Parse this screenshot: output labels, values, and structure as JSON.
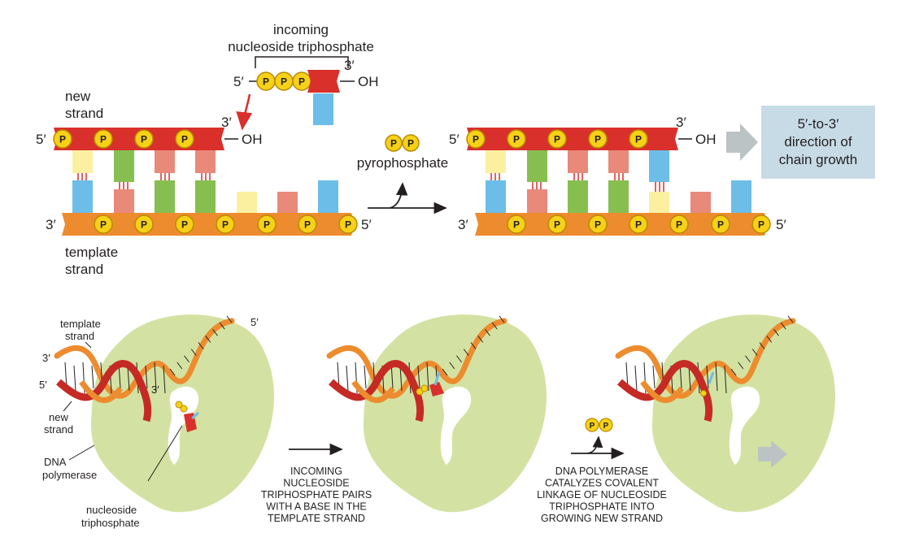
{
  "colors": {
    "new_strand": "#d9302b",
    "template_strand": "#ed8c2f",
    "phosphate": "#f7d117",
    "phosphate_stroke": "#b88a00",
    "base_yellow": "#faf0a0",
    "base_blue": "#6cbde8",
    "base_salmon": "#e8897a",
    "base_green": "#86bf50",
    "polymerase": "#d3e2a2",
    "growth_box": "#c7dbe6",
    "arrow_gray": "#bcc3c4",
    "arrow_red": "#d9302b"
  },
  "top": {
    "incoming_label_1": "incoming",
    "incoming_label_2": "nucleoside triphosphate",
    "incoming_5prime": "5′",
    "incoming_3prime": "3′",
    "incoming_oh": "OH",
    "new_strand_label_1": "new",
    "new_strand_label_2": "strand",
    "new_5prime": "5′",
    "new_3prime": "3′",
    "new_oh": "OH",
    "template_3prime": "3′",
    "template_5prime": "5′",
    "template_label_1": "template",
    "template_label_2": "strand",
    "pyrophosphate_label": "pyrophosphate",
    "result_5prime": "5′",
    "result_3prime": "3′",
    "result_oh": "OH",
    "result_template_3prime": "3′",
    "result_template_5prime": "5′",
    "growth_line_1": "5′-to-3′",
    "growth_line_2": "direction of",
    "growth_line_3": "chain growth",
    "phosphate_letter": "P"
  },
  "bottom": {
    "template_label_1": "template",
    "template_label_2": "strand",
    "label_3prime": "3′",
    "label_5prime": "5′",
    "label_5prime_top": "5′",
    "label_3prime_inner": "3′",
    "new_strand_label_1": "new",
    "new_strand_label_2": "strand",
    "polymerase_label_1": "DNA",
    "polymerase_label_2": "polymerase",
    "nucleoside_label_1": "nucleoside",
    "nucleoside_label_2": "triphosphate",
    "step1_caption": [
      "INCOMING",
      "NUCLEOSIDE",
      "TRIPHOSPHATE PAIRS",
      "WITH A BASE IN THE",
      "TEMPLATE STRAND"
    ],
    "step2_caption": [
      "DNA POLYMERASE",
      "CATALYZES COVALENT",
      "LINKAGE OF NUCLEOSIDE",
      "TRIPHOSPHATE INTO",
      "GROWING NEW STRAND"
    ]
  }
}
